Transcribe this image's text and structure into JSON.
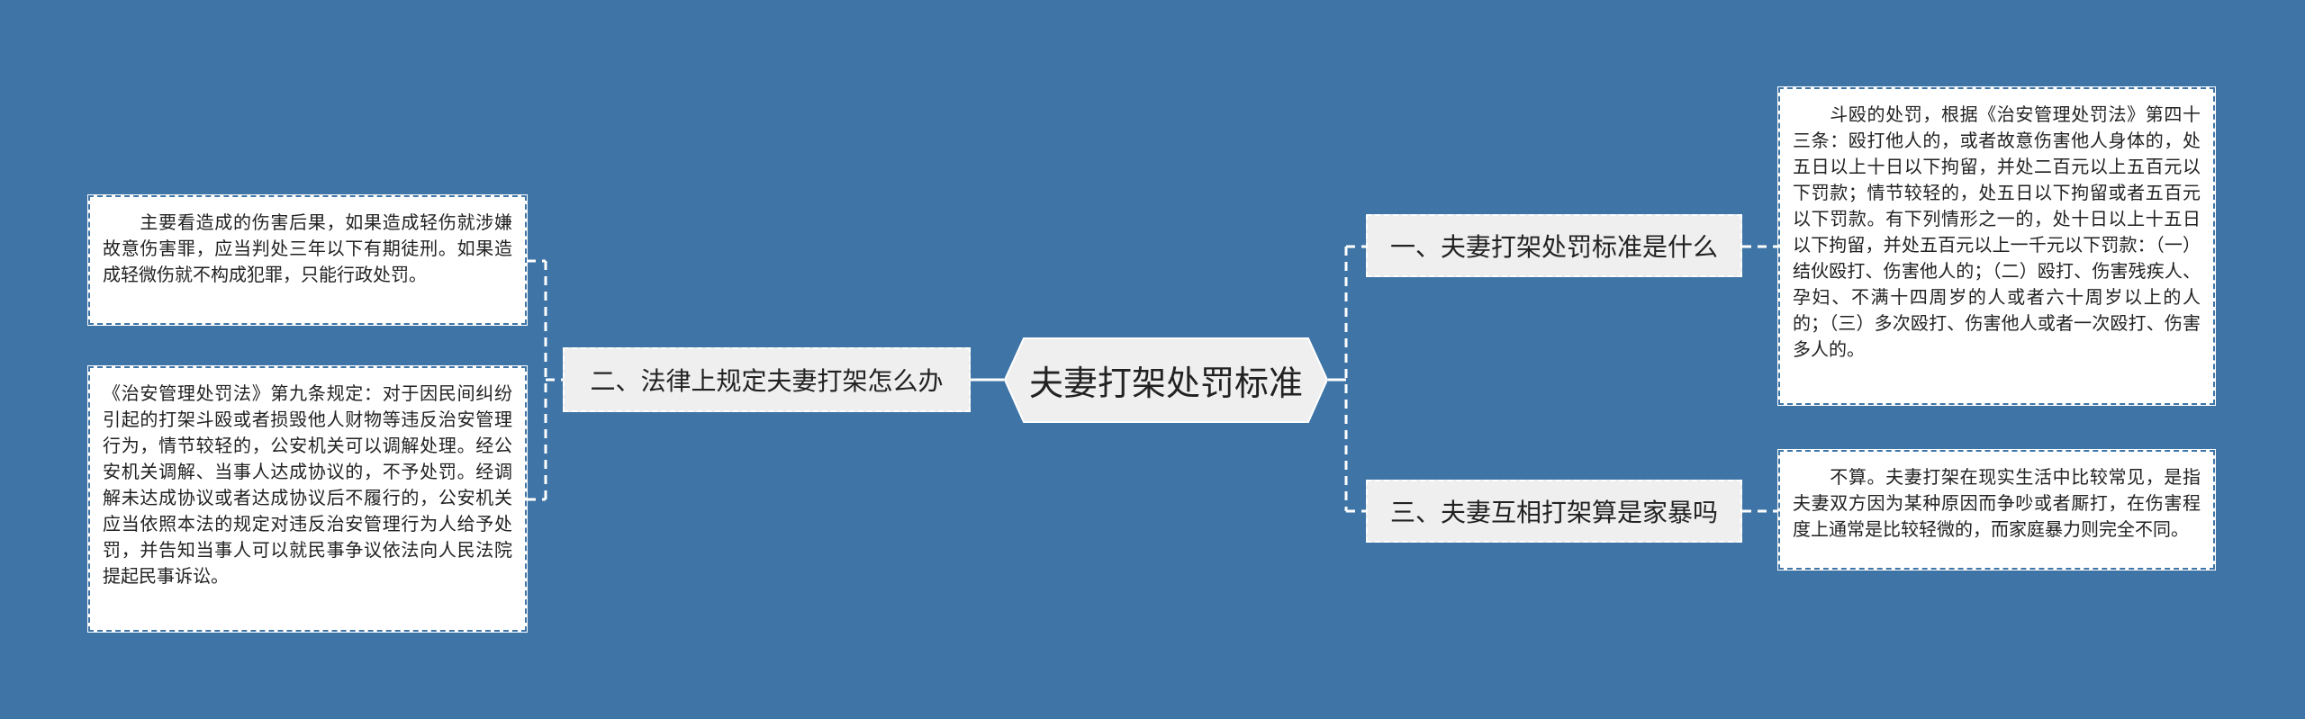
{
  "diagram": {
    "type": "mind-map",
    "background_color": "#3f74a6",
    "central": {
      "label": "夫妻打架处罚标准"
    },
    "branches": [
      {
        "id": "b1",
        "side": "right",
        "label": "一、夫妻打架处罚标准是什么",
        "detail": "　　斗殴的处罚，根据《治安管理处罚法》第四十三条：殴打他人的，或者故意伤害他人身体的，处五日以上十日以下拘留，并处二百元以上五百元以下罚款；情节较轻的，处五日以下拘留或者五百元以下罚款。有下列情形之一的，处十日以上十五日以下拘留，并处五百元以上一千元以下罚款：（一）结伙殴打、伤害他人的；（二）殴打、伤害残疾人、孕妇、不满十四周岁的人或者六十周岁以上的人的；（三）多次殴打、伤害他人或者一次殴打、伤害多人的。"
      },
      {
        "id": "b2",
        "side": "left",
        "label": "二、法律上规定夫妻打架怎么办",
        "details": [
          "　　主要看造成的伤害后果，如果造成轻伤就涉嫌故意伤害罪，应当判处三年以下有期徒刑。如果造成轻微伤就不构成犯罪，只能行政处罚。",
          "《治安管理处罚法》第九条规定：对于因民间纠纷引起的打架斗殴或者损毁他人财物等违反治安管理行为，情节较轻的，公安机关可以调解处理。经公安机关调解、当事人达成协议的，不予处罚。经调解未达成协议或者达成协议后不履行的，公安机关应当依照本法的规定对违反治安管理行为人给予处罚，并告知当事人可以就民事争议依法向人民法院提起民事诉讼。"
        ]
      },
      {
        "id": "b3",
        "side": "right",
        "label": "三、夫妻互相打架算是家暴吗",
        "detail": "　　不算。夫妻打架在现实生活中比较常见，是指夫妻双方因为某种原因而争吵或者厮打，在伤害程度上通常是比较轻微的，而家庭暴力则完全不同。"
      }
    ]
  }
}
